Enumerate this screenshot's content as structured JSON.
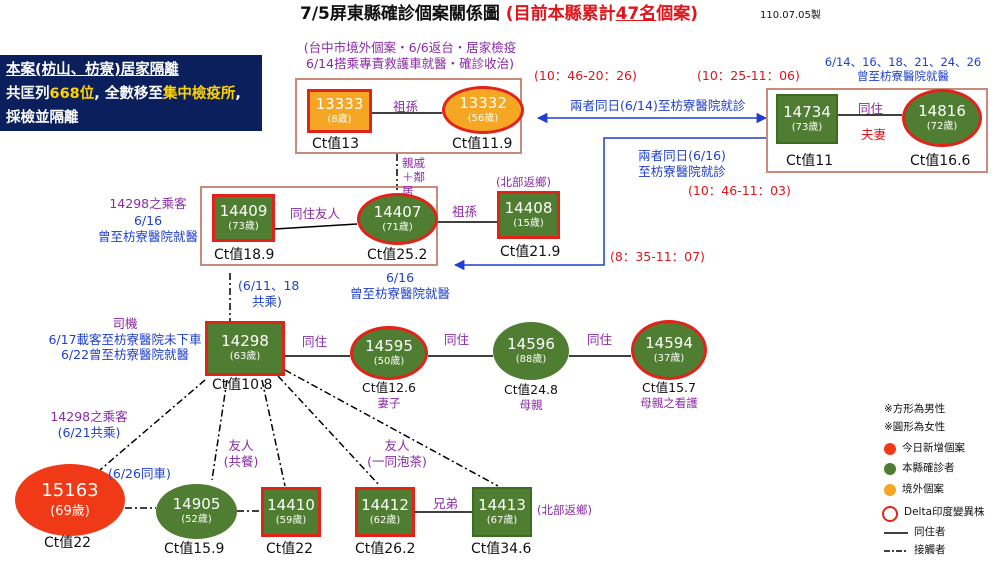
{
  "title": {
    "main": "7/5屏東縣確診個案關係圖 ",
    "highlight_pre": "(目前本縣累計",
    "highlight_num": "47名",
    "highlight_post": "個案)",
    "date": "110.07.05製"
  },
  "infobox": {
    "line1": "本案(枋山、枋寮)居家隔離",
    "line2_a": "共匡列",
    "line2_num": "668位",
    "line2_b": ", 全數移至",
    "line2_hl": "集中檢疫所",
    "line2_c": ",",
    "line3": "採檢並隔離"
  },
  "nodes": {
    "n13333": {
      "id": "13333",
      "age": "(8歲)",
      "ct": "Ct值13"
    },
    "n13332": {
      "id": "13332",
      "age": "(56歲)",
      "ct": "Ct值11.9"
    },
    "n14734": {
      "id": "14734",
      "age": "(73歲)",
      "ct": "Ct值11"
    },
    "n14816": {
      "id": "14816",
      "age": "(72歲)",
      "ct": "Ct值16.6"
    },
    "n14409": {
      "id": "14409",
      "age": "(73歲)",
      "ct": "Ct值18.9"
    },
    "n14407": {
      "id": "14407",
      "age": "(71歲)",
      "ct": "Ct值25.2"
    },
    "n14408": {
      "id": "14408",
      "age": "(15歲)",
      "ct": "Ct值21.9"
    },
    "n14298": {
      "id": "14298",
      "age": "(63歲)",
      "ct": "Ct值10.8"
    },
    "n14595": {
      "id": "14595",
      "age": "(50歲)",
      "ct": "Ct值12.6",
      "role": "妻子"
    },
    "n14596": {
      "id": "14596",
      "age": "(88歲)",
      "ct": "Ct值24.8",
      "role": "母親"
    },
    "n14594": {
      "id": "14594",
      "age": "(37歲)",
      "ct": "Ct值15.7",
      "role": "母親之看護"
    },
    "n15163": {
      "id": "15163",
      "age": "(69歲)",
      "ct": "Ct值22"
    },
    "n14905": {
      "id": "14905",
      "age": "(52歲)",
      "ct": "Ct值15.9"
    },
    "n14410": {
      "id": "14410",
      "age": "(59歲)",
      "ct": "Ct值22"
    },
    "n14412": {
      "id": "14412",
      "age": "(62歲)",
      "ct": "Ct值26.2"
    },
    "n14413": {
      "id": "14413",
      "age": "(67歲)",
      "ct": "Ct值34.6"
    }
  },
  "labels": {
    "top_note_1": "(台中市境外個案・6/6返台・居家檢疫",
    "top_note_2": "6/14搭乘專責救護車就醫・確診收治)",
    "grandparent": "祖孫",
    "grandparent2": "祖孫",
    "time_a": "(10：46-20：26)",
    "time_b": "(10：25-11：06)",
    "right_note_1": "6/14、16、18、21、24、26",
    "right_note_2": "曾至枋寮醫院就醫",
    "same_day_1": "兩者同日(6/14)至枋寮醫院就診",
    "live_together": "同住",
    "couple": "夫妻",
    "relatives_v": "親戚＋鄰居",
    "north_return": "(北部返鄉)",
    "north_return2": "(北部返鄉)",
    "same_day_2a": "兩者同日(6/16)",
    "same_day_2b": "至枋寮醫院就診",
    "time_c": "(10：46-11：03)",
    "time_d": "(8：35-11：07)",
    "passenger_1": "14298之乘客",
    "passenger_2": "6/16",
    "passenger_3": "曾至枋寮醫院就醫",
    "live_friend": "同住友人",
    "visit_1": "6/16",
    "visit_2": "曾至枋寮醫院就醫",
    "ride_1": "(6/11、18",
    "ride_2": "共乘)",
    "driver_1": "司機",
    "driver_2": "6/17載客至枋寮醫院未下車",
    "driver_3": "6/22曾至枋寮醫院就醫",
    "live1": "同住",
    "live2": "同住",
    "live3": "同住",
    "p2_1": "14298之乘客",
    "p2_2": "(6/21共乘)",
    "same_car": "(6/26同車)",
    "friend_meal_1": "友人",
    "friend_meal_2": "(共餐)",
    "friend_tea_1": "友人",
    "friend_tea_2": "(一同泡茶)",
    "brothers": "兄弟"
  },
  "legend": {
    "male": "※方形為男性",
    "female": "※圓形為女性",
    "new": "今日新增個案",
    "local": "本縣確診者",
    "imported": "境外個案",
    "delta": "Delta印度變異株",
    "cohab": "同住者",
    "contact": "接觸者"
  },
  "colors": {
    "new": "#f03a17",
    "local": "#4f7d31",
    "imported": "#f5a623",
    "delta_ring": "#e2231a",
    "title_red": "#e0151b",
    "infobox_bg": "#0b1f5c",
    "highlight_yellow": "#ffd200"
  }
}
